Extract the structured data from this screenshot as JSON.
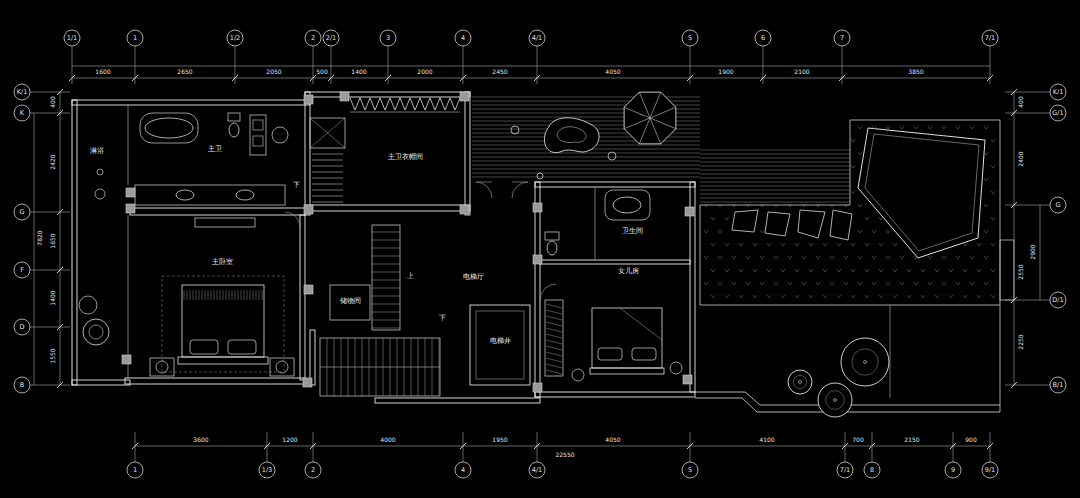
{
  "diagram": {
    "nodes": [
      {
        "text": [
          "淋浴"
        ]
      },
      {
        "text": [
          "主卫"
        ]
      },
      {
        "text": [
          "主卫衣帽间"
        ]
      },
      {
        "text": [
          "主卧室"
        ]
      },
      {
        "text": [
          "卫生间"
        ]
      },
      {
        "text": [
          "女儿房"
        ]
      },
      {
        "text": [
          "电梯厅"
        ]
      },
      {
        "text": [
          "电梯井"
        ]
      },
      {
        "text": [
          "储物间"
        ]
      }
    ],
    "labels": [
      "1/1",
      "1",
      "1/2",
      "2",
      "2/1",
      "3",
      "4",
      "4/1",
      "5",
      "6",
      "7",
      "7/1",
      "1600",
      "2650",
      "2050",
      "500",
      "1400",
      "2000",
      "2450",
      "4050",
      "1900",
      "2100",
      "3850",
      "K/1",
      "K",
      "G",
      "F",
      "D",
      "B",
      "400",
      "2420",
      "1650",
      "1400",
      "1550",
      "7820",
      "K/1",
      "G/1",
      "G",
      "D/1",
      "B/1",
      "400",
      "2400",
      "2900",
      "2550",
      "2250",
      "3600",
      "1200",
      "4000",
      "1950",
      "4050",
      "4100",
      "700",
      "2150",
      "900",
      "22550",
      "1",
      "1/3",
      "2",
      "4",
      "4/1",
      "5",
      "7/1",
      "8",
      "9",
      "9/1",
      "下",
      "上",
      "下"
    ]
  }
}
